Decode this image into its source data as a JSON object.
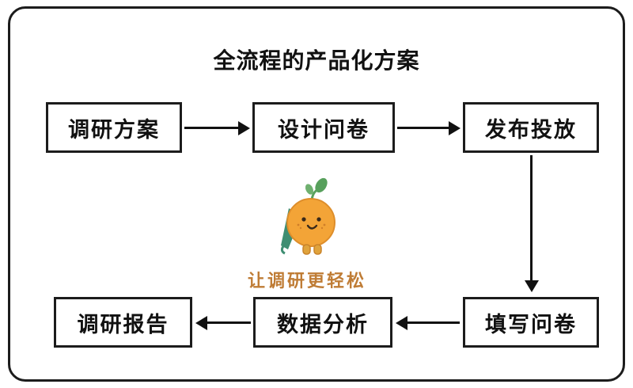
{
  "title": "全流程的产品化方案",
  "nodes": {
    "research_plan": "调研方案",
    "design_survey": "设计问卷",
    "publish": "发布投放",
    "fill_survey": "填写问卷",
    "data_analysis": "数据分析",
    "report": "调研报告"
  },
  "flow": [
    "调研方案 → 设计问卷",
    "设计问卷 → 发布投放",
    "发布投放 → 填写问卷",
    "填写问卷 → 数据分析",
    "数据分析 → 调研报告"
  ],
  "mascot": {
    "icon": "orange-mascot-with-umbrella",
    "slogan": "让调研更轻松"
  },
  "colors": {
    "border": "#1c1c1c",
    "slogan": "#bf7c35",
    "mascot_orange": "#f3a437",
    "mascot_green": "#3e8e72",
    "leaf_green": "#57a05c"
  }
}
